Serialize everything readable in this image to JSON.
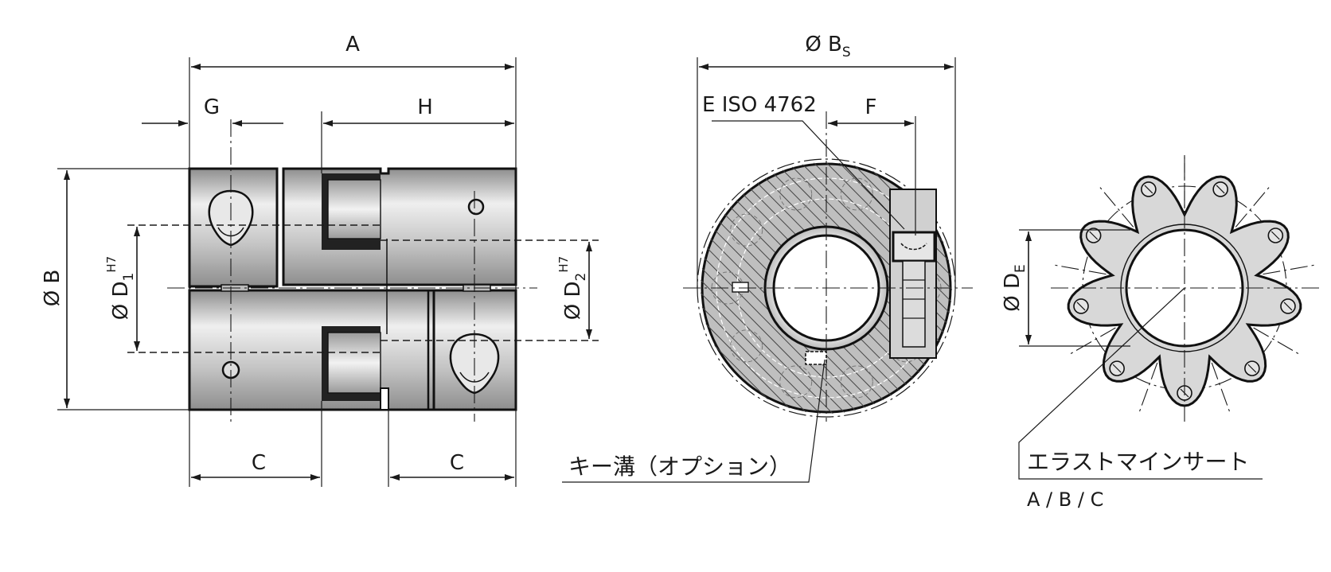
{
  "labels": {
    "a": "A",
    "g": "G",
    "h": "H",
    "c_left": "C",
    "c_right": "C",
    "phi": "Ø",
    "b": "Ø B",
    "d1_main": "Ø D",
    "d1_sub": "1",
    "d1_sup": "H7",
    "d2_main": "Ø D",
    "d2_sub": "2",
    "d2_sup": "H7",
    "bs_main": "Ø B",
    "bs_sub": "S",
    "screw": "E ISO 4762",
    "f": "F",
    "keyway": "キー溝（オプション）",
    "de_main": "Ø D",
    "de_sub": "E",
    "insert": "エラストマインサート",
    "insert_grades": "A / B / C"
  },
  "colors": {
    "line": "#1a1a1a",
    "metal_light": "#efefef",
    "metal_mid": "#c4c4c4",
    "metal_dark": "#8e8e8e",
    "insert": "#d8d8d8"
  }
}
